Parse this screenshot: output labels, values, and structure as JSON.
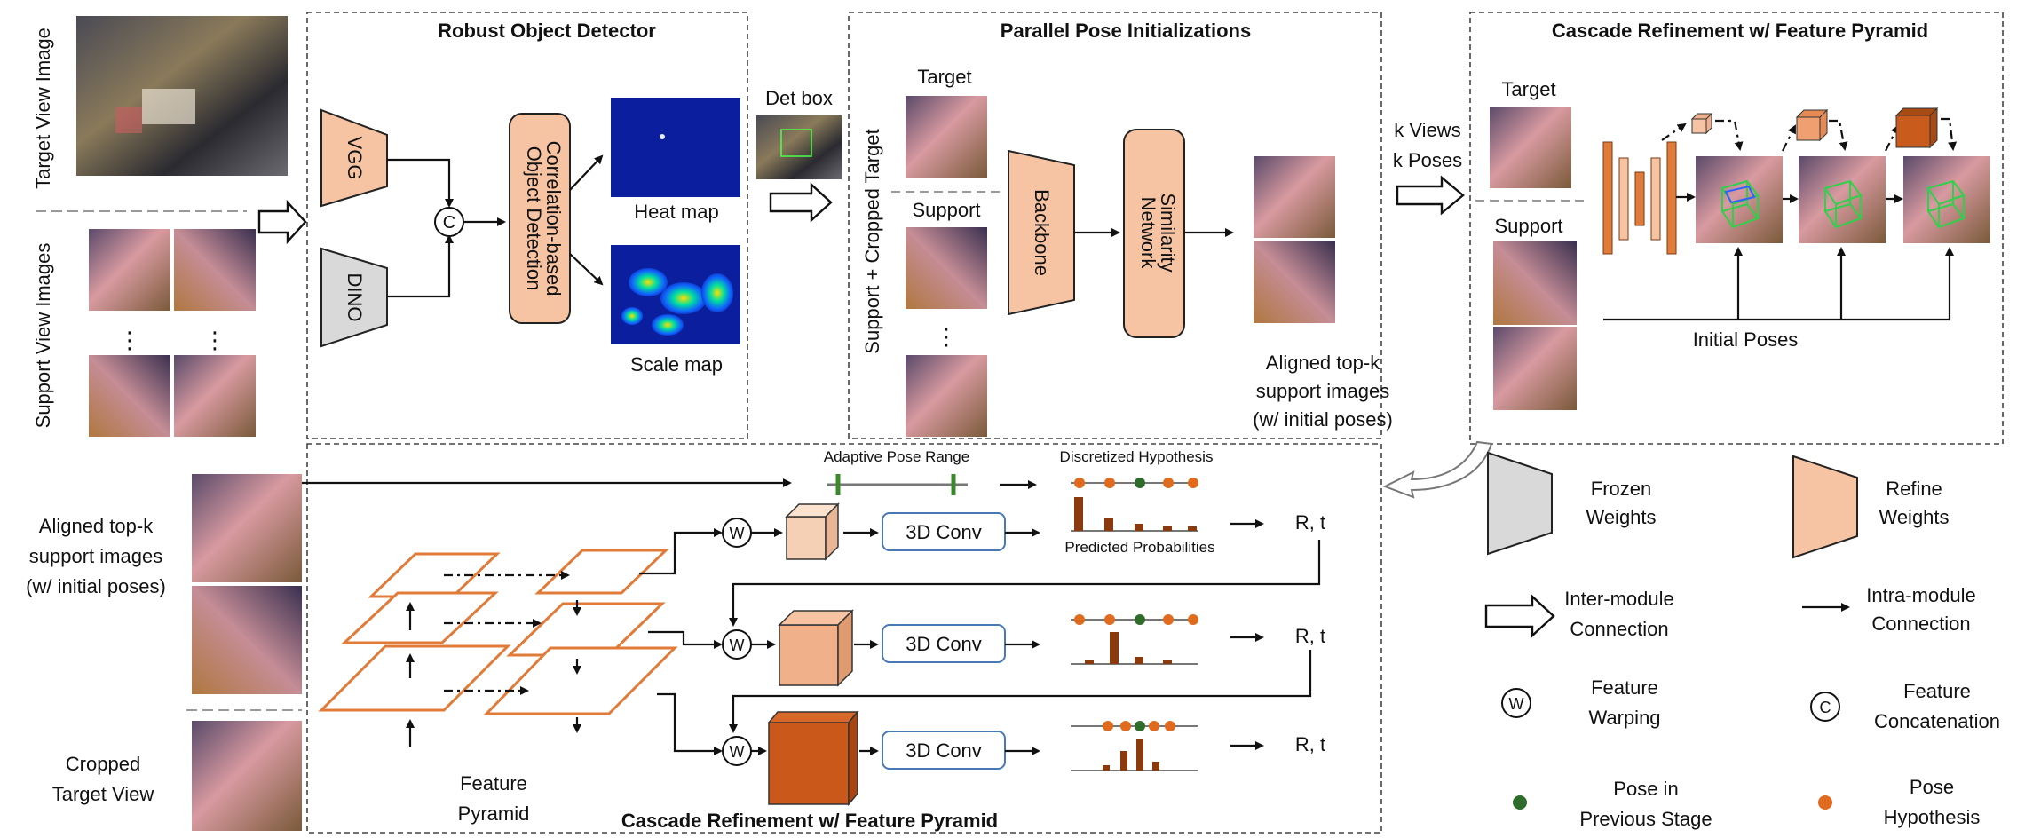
{
  "panels": {
    "detector_title": "Robust Object Detector",
    "parallel_title": "Parallel Pose Initializations",
    "cascade_title": "Cascade Refinement w/ Feature Pyramid",
    "bottom_title": "Cascade Refinement w/ Feature Pyramid"
  },
  "left": {
    "target_view": "Target View Image",
    "support_views": "Support View Images",
    "aligned_l1": "Aligned top-k",
    "aligned_l2": "support images",
    "aligned_l3": "(w/ initial poses)",
    "cropped_l1": "Cropped",
    "cropped_l2": "Target View"
  },
  "detector": {
    "vgg": "VGG",
    "dino": "DINO",
    "concat_symbol": "C",
    "corr_l1": "Correlation-based",
    "corr_l2": "Object Detection",
    "heat_map": "Heat map",
    "scale_map": "Scale map",
    "det_box": "Det box"
  },
  "parallel": {
    "vertical_label": "Support + Cropped Target",
    "target": "Target",
    "support": "Support",
    "backbone": "Backbone",
    "sim_l1": "Similarity",
    "sim_l2": "Network",
    "aligned_l1": "Aligned top-k",
    "aligned_l2": "support images",
    "aligned_l3": "(w/ initial poses)"
  },
  "cascade": {
    "k_views": "k Views",
    "k_poses": "k Poses",
    "target": "Target",
    "support": "Support",
    "initial_poses": "Initial Poses"
  },
  "bottom": {
    "adaptive_pose_range": "Adaptive Pose Range",
    "discretized_hypothesis": "Discretized Hypothesis",
    "predicted_probabilities": "Predicted Probabilities",
    "warp_symbol": "W",
    "conv_label": "3D Conv",
    "output": "R, t",
    "feature_l1": "Feature",
    "feature_l2": "Pyramid"
  },
  "legend": {
    "frozen_l1": "Frozen",
    "frozen_l2": "Weights",
    "refine_l1": "Refine",
    "refine_l2": "Weights",
    "inter_l1": "Inter-module",
    "inter_l2": "Connection",
    "intra_l1": "Intra-module",
    "intra_l2": "Connection",
    "warp_symbol": "W",
    "warp_l1": "Feature",
    "warp_l2": "Warping",
    "concat_symbol": "C",
    "concat_l1": "Feature",
    "concat_l2": "Concatenation",
    "prev_l1": "Pose in",
    "prev_l2": "Previous Stage",
    "hyp_l1": "Pose",
    "hyp_l2": "Hypothesis"
  },
  "colors": {
    "refine": "#f6c3a3",
    "frozen": "#d9d9d9",
    "pyramid_edge": "#e07b39",
    "pose_hypothesis": "#e06a1e",
    "pose_previous": "#2f6b2a",
    "bar": "#8b3a0e",
    "heatmap_bg": "#0b1f9e"
  },
  "icons": [
    "hollow-arrow-icon",
    "solid-arrow-icon",
    "bounding-box-3d-icon"
  ]
}
